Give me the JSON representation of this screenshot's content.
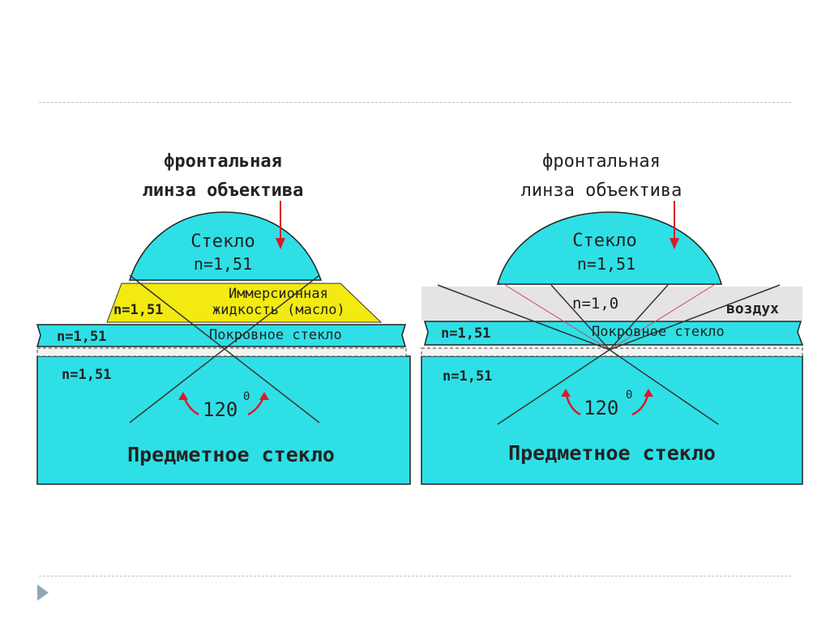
{
  "left": {
    "objective_title_1": "фронтальная",
    "objective_title_2": "линза объектива",
    "lens_material": "Стекло",
    "lens_index": "n=1,51",
    "medium_index": "n=1,51",
    "medium_label_1": "Иммерсионная",
    "medium_label_2": "жидкость (масло)",
    "cover_index": "n=1,51",
    "cover_label": "Покровное стекло",
    "slide_index": "n=1,51",
    "angle_label": "120",
    "angle_unit": "0",
    "slide_label": "Предметное стекло"
  },
  "right": {
    "objective_title_1": "фронтальная",
    "objective_title_2": "линза объектива",
    "lens_material": "Стекло",
    "lens_index": "n=1,51",
    "medium_index": "n=1,0",
    "medium_label": "воздух",
    "cover_index": "n=1,51",
    "cover_label": "Покровное стекло",
    "slide_index": "n=1,51",
    "angle_label": "120",
    "angle_unit": "0",
    "slide_label": "Предметное стекло"
  },
  "colors": {
    "glass": "#2ee0e6",
    "oil": "#f2ea10",
    "air": "#e6e3e6",
    "outline": "#222222",
    "arrow": "#d81b2a",
    "ray": "#333333"
  }
}
